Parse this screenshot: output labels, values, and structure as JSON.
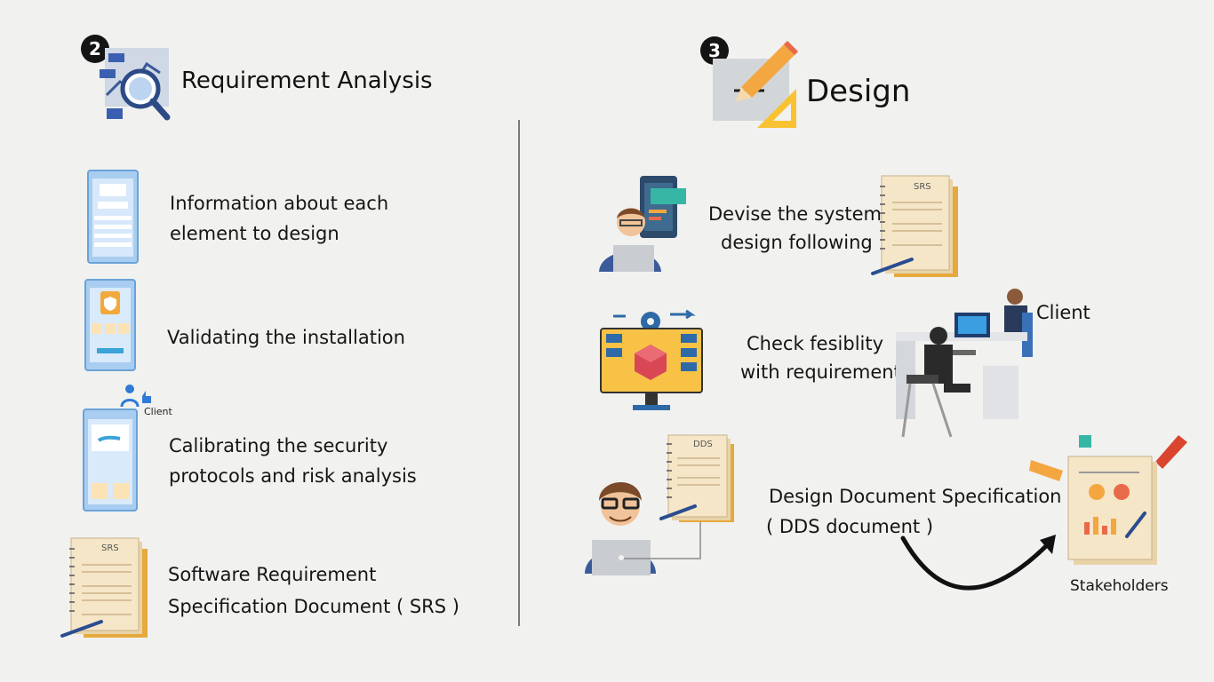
{
  "left": {
    "step_number": "2",
    "heading": "Requirement Analysis",
    "items": [
      {
        "line1": "Information about each",
        "line2": "element to design"
      },
      {
        "line1": "Validating the installation",
        "line2": ""
      },
      {
        "line1": "Calibrating the security",
        "line2": "protocols and risk analysis"
      },
      {
        "line1": "Software Requirement",
        "line2": "Specification Document  ( SRS )"
      }
    ],
    "client_tag": "Client",
    "srs_doc_label": "SRS"
  },
  "right": {
    "step_number": "3",
    "heading": "Design",
    "items": [
      {
        "line1": "Devise the system",
        "line2": "design following"
      },
      {
        "line1": "Check fesiblity",
        "line2": "with requirements"
      },
      {
        "line1": "Design Document Specification",
        "line2": "( DDS document )"
      }
    ],
    "client_label": "Client",
    "stakeholders_label": "Stakeholders",
    "srs_doc_label": "SRS",
    "dds_doc_label": "DDS"
  },
  "colors": {
    "background": "#f1f1ef",
    "doc_paper": "#f3e3c4",
    "doc_folder": "#e6a93d",
    "phone_blue": "#8cc0ea",
    "monitor_yellow": "#f7c246",
    "cube_red": "#d94755",
    "pen_blue": "#2a4d8f"
  }
}
